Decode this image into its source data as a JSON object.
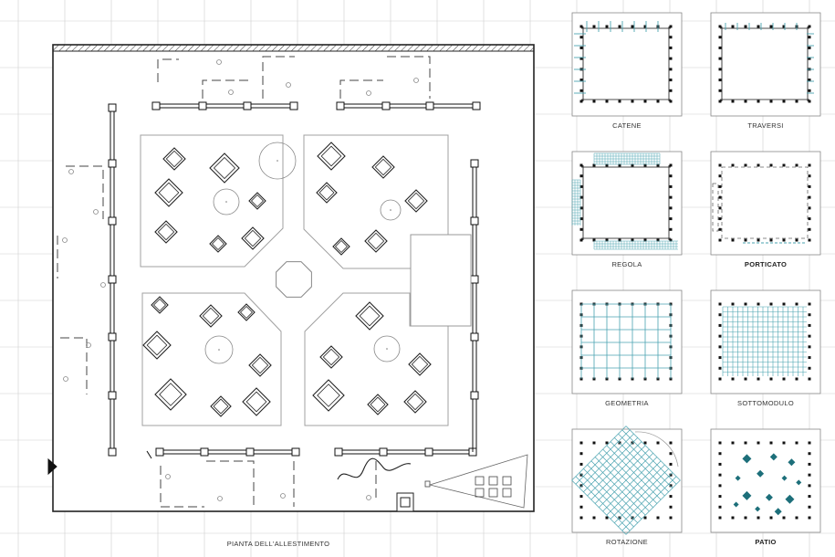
{
  "main_plan": {
    "caption": "PIANTA DELL'ALLESTIMENTO"
  },
  "panels": [
    {
      "id": "catene",
      "caption": "CATENE",
      "emphasis": false
    },
    {
      "id": "traversi",
      "caption": "TRAVERSI",
      "emphasis": false
    },
    {
      "id": "regola",
      "caption": "REGOLA",
      "emphasis": false
    },
    {
      "id": "porticato",
      "caption": "PORTICATO",
      "emphasis": true
    },
    {
      "id": "geometria",
      "caption": "GEOMETRIA",
      "emphasis": false
    },
    {
      "id": "sottomodulo",
      "caption": "SOTTOMODULO",
      "emphasis": false
    },
    {
      "id": "rotazione",
      "caption": "ROTAZIONE",
      "emphasis": false
    },
    {
      "id": "patio",
      "caption": "PATIO",
      "emphasis": true
    }
  ],
  "colors": {
    "accent": "#4aa3b0",
    "accent_dark": "#1d6f7a",
    "ink": "#111111",
    "grid": "#cfcfcf"
  }
}
